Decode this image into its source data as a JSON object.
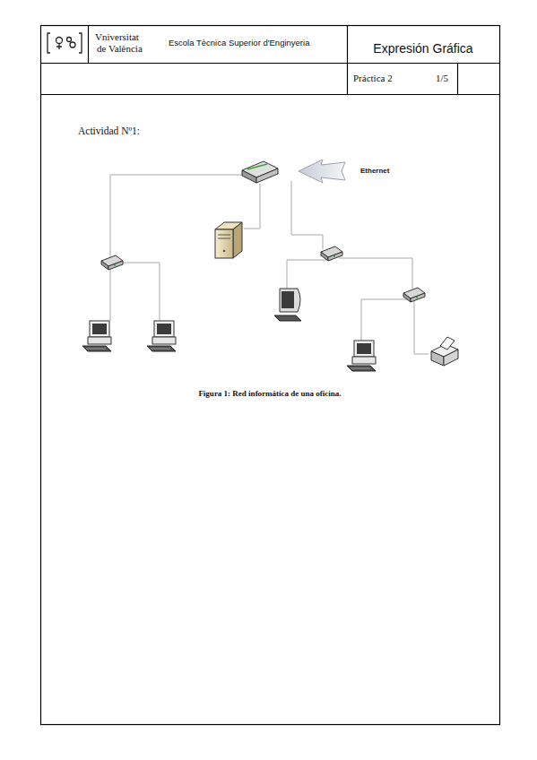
{
  "diagram": {
    "title": "Actividad Nº1:",
    "caption": "Figura 1: Red informática de una oficina.",
    "labels": [
      "Vniversitat",
      "de València",
      "Escola Tècnica Superior d'Enginyeria",
      "Expresión Gráfica",
      "Práctica 2",
      "1/5",
      "Ethernet"
    ]
  }
}
